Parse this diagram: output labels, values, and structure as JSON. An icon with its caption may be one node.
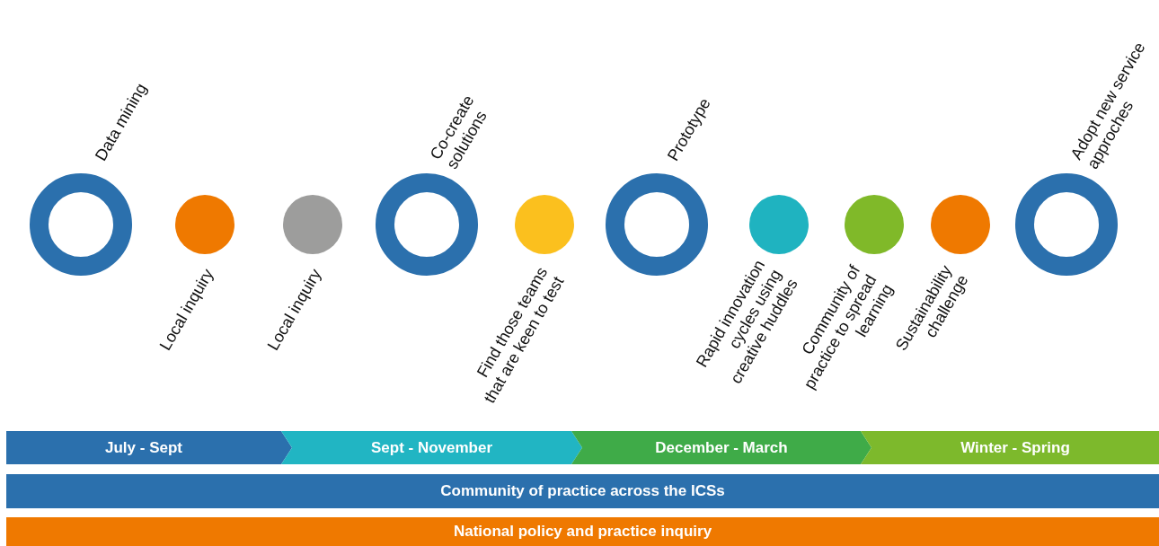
{
  "diagram": {
    "nodes": [
      {
        "text": [
          "Data mining"
        ]
      },
      {
        "text": [
          "Local inquiry"
        ]
      },
      {
        "text": [
          "Local inquiry"
        ]
      },
      {
        "text": [
          "Co-create solutions"
        ]
      },
      {
        "text": [
          "Find those teams that are keen to test"
        ]
      },
      {
        "text": [
          "Prototype"
        ]
      },
      {
        "text": [
          "Rapid innovation cycles using creative huddles"
        ]
      },
      {
        "text": [
          "Community of practice to spread learning"
        ]
      },
      {
        "text": [
          "Sustainability challenge"
        ]
      },
      {
        "text": [
          "Adopt new service approches"
        ]
      },
      {
        "text": [
          "July - Sept"
        ]
      },
      {
        "text": [
          "Sept - November"
        ]
      },
      {
        "text": [
          "December - March"
        ]
      },
      {
        "text": [
          "Winter - Spring"
        ]
      },
      {
        "text": [
          "Community of practice across the ICSs"
        ]
      },
      {
        "text": [
          "National policy and practice inquiry"
        ]
      }
    ]
  }
}
